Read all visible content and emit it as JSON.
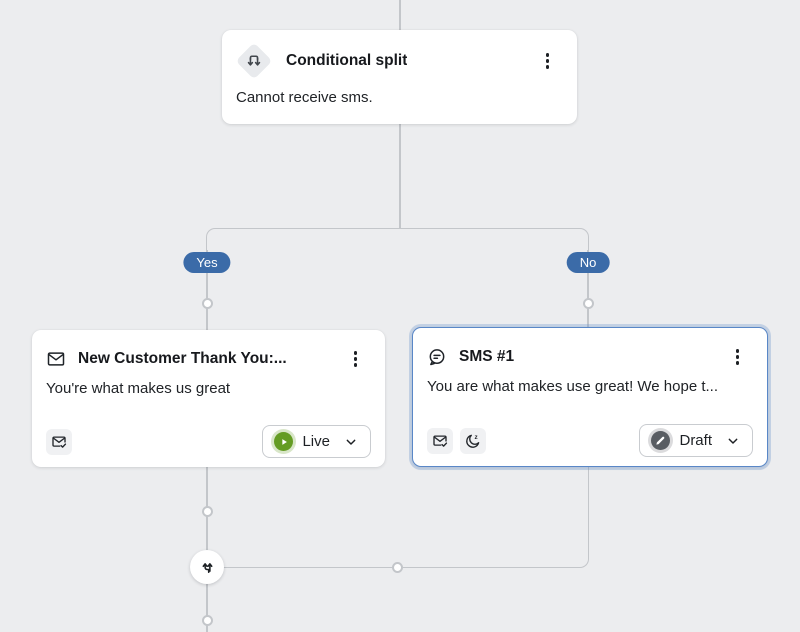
{
  "colors": {
    "canvas_bg": "#ecedef",
    "connector": "#c3c6ca",
    "badge_blue": "#3b6ba8",
    "selection_blue": "#5987c7",
    "live_green": "#649c23",
    "draft_gray": "#595d63"
  },
  "split_node": {
    "title": "Conditional split",
    "description": "Cannot receive sms."
  },
  "branches": {
    "yes": "Yes",
    "no": "No"
  },
  "email_node": {
    "title": "New Customer Thank You:...",
    "preview": "You're what makes us great",
    "status": "Live"
  },
  "sms_node": {
    "title": "SMS #1",
    "preview": "You are what makes use great! We hope t...",
    "status": "Draft"
  },
  "icons": {
    "split": "split-arrows-icon",
    "merge": "merge-arrows-icon",
    "email": "email-icon",
    "sms": "sms-bubble-icon",
    "email_check": "email-check-icon",
    "quiet_hours": "moon-snooze-icon",
    "play": "play-icon",
    "pencil": "pencil-icon",
    "kebab": "kebab-menu-icon",
    "chevron": "chevron-down-icon"
  }
}
